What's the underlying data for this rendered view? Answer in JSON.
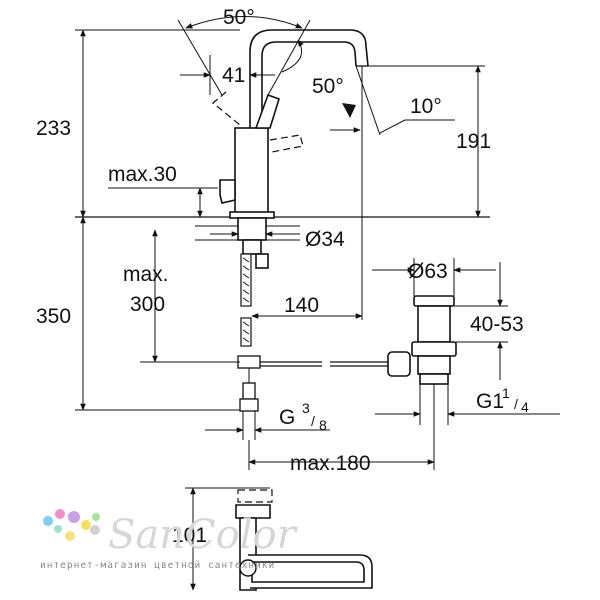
{
  "drawing": {
    "dims": {
      "spout_angle": "50°",
      "lever_width": "41",
      "lever_angle": "50°",
      "tilt_angle": "10°",
      "total_height": "233",
      "spout_height": "191",
      "max_deck": "max.30",
      "bore_dia": "Ø34",
      "max_300_a": "max.",
      "max_300_b": "300",
      "below_deck": "350",
      "projection": "140",
      "waste_dia": "Ø63",
      "waste_len": "40-53",
      "waste_thread": "G1",
      "waste_frac_num": "1",
      "waste_frac_den": "4",
      "supply_thread": "G",
      "supply_frac_num": "3",
      "supply_frac_den": "8",
      "max_180": "max.180",
      "plan_depth": "101"
    }
  },
  "watermark": {
    "brand": "SanColor",
    "tagline": "интернет-магазин цветной сантехники"
  }
}
